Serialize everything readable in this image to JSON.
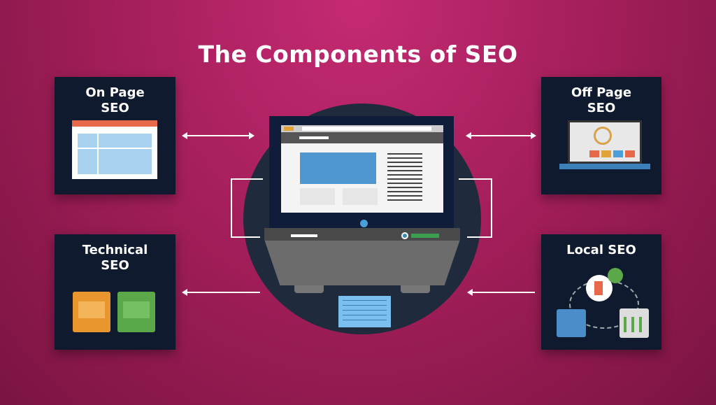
{
  "title": "The Components of SEO",
  "boxes": {
    "on_page": {
      "line1": "On Page",
      "line2": "SEO"
    },
    "off_page": {
      "line1": "Off Page",
      "line2": "SEO"
    },
    "technical": {
      "line1": "Technical",
      "line2": "SEO"
    },
    "local": {
      "line1": "Local SEO"
    }
  },
  "colors": {
    "background": "#a51f5c",
    "box": "#0f1a2e",
    "circle": "#1f2a3c",
    "accent_blue": "#4a9fd8",
    "accent_green": "#5aa84a",
    "accent_orange": "#e98a2e"
  }
}
